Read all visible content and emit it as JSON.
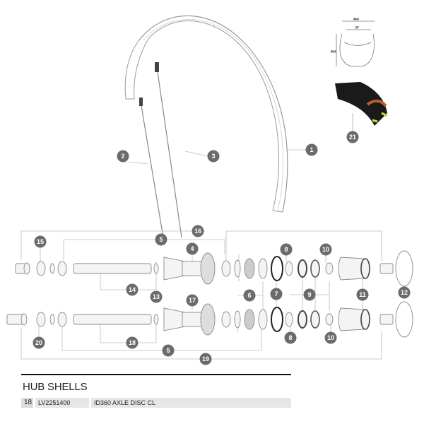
{
  "diagram": {
    "title": "Wheel exploded parts diagram",
    "callouts": [
      "1",
      "2",
      "3",
      "4",
      "5",
      "5",
      "6",
      "7",
      "8",
      "8",
      "9",
      "10",
      "10",
      "11",
      "12",
      "13",
      "14",
      "15",
      "16",
      "17",
      "18",
      "19",
      "20",
      "21"
    ],
    "rim_profile_dimensions": [
      "23.2",
      "17",
      "23.1"
    ],
    "callout_color": "#6b6b6b",
    "line_color": "#bdbdbd"
  },
  "section": {
    "title": "HUB SHELLS",
    "rows": [
      {
        "ref": "18",
        "code": "LV2251400",
        "description": "ID360 AXLE DISC CL"
      }
    ]
  }
}
